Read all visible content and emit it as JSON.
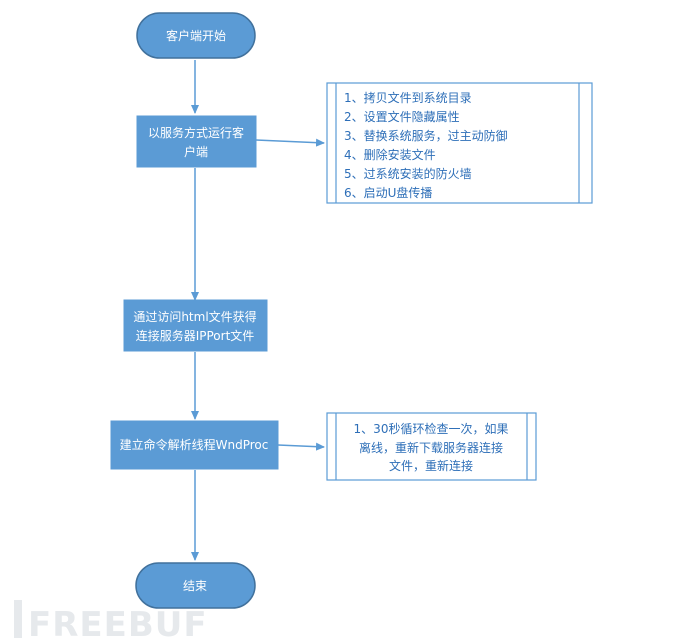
{
  "flowchart": {
    "start_label": "客户端开始",
    "step1_lines": [
      "以服务方式运行客",
      "户端"
    ],
    "step2_lines": [
      "通过访问html文件获得",
      "连接服务器IPPort文件"
    ],
    "step3_label": "建立命令解析线程WndProc",
    "end_label": "结束"
  },
  "notes": {
    "install_steps": [
      "1、拷贝文件到系统目录",
      "2、设置文件隐藏属性",
      "3、替换系统服务，过主动防御",
      "4、删除安装文件",
      "5、过系统安装的防火墙",
      "6、启动U盘传播"
    ],
    "loop_lines": [
      "1、30秒循环检查一次，如果",
      "离线，重新下载服务器连接",
      "文件，重新连接"
    ]
  },
  "watermark": "FREEBUF",
  "colors": {
    "node_fill": "#5b9bd5",
    "node_stroke": "#41719c",
    "connector": "#5b9bd5",
    "note_border": "#5b9bd5",
    "note_text": "#2e6fb8",
    "watermark": "#e6e9ec"
  }
}
